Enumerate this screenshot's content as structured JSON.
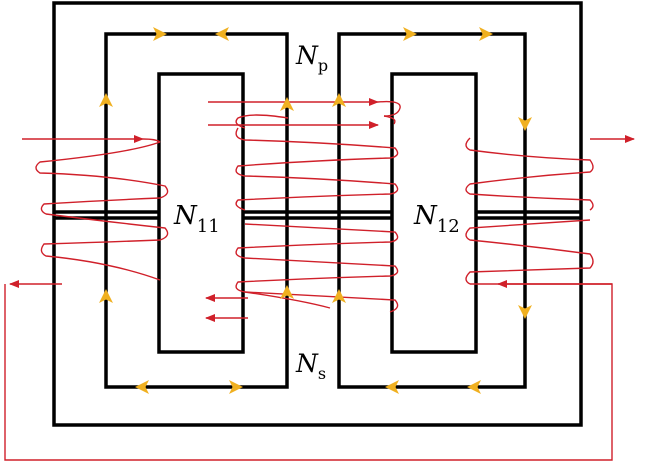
{
  "labels": {
    "np": {
      "main": "N",
      "sub": "p"
    },
    "ns": {
      "main": "N",
      "sub": "s"
    },
    "n11": {
      "main": "N",
      "sub": "11"
    },
    "n12": {
      "main": "N",
      "sub": "12"
    }
  },
  "colors": {
    "core": "#000000",
    "winding": "#d0202a",
    "flux_arrow": "#f0b020",
    "background": "#ffffff"
  }
}
